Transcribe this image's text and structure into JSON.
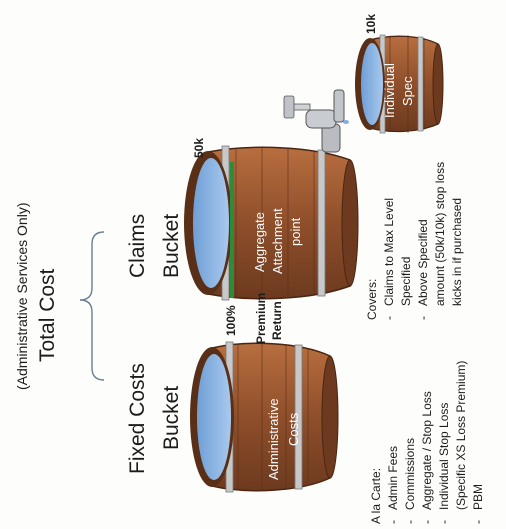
{
  "header": {
    "subtitle": "(Administrative Services Only)",
    "title": "Total Cost"
  },
  "buckets": {
    "fixed": {
      "title_line1": "Fixed Costs",
      "title_line2": "Bucket",
      "inner_line1": "Administrative",
      "inner_line2": "Costs"
    },
    "claims": {
      "title_line1": "Claims",
      "title_line2": "Bucket",
      "inner_line1": "Aggregate",
      "inner_line2": "Attachment",
      "inner_line3": "point",
      "cap_label": "50k",
      "premium_pct": "100%",
      "premium_line1": "Premium",
      "premium_line2": "Return"
    },
    "individual": {
      "inner_line1": "Individual",
      "inner_line2": "Spec",
      "cap_label": "10k"
    }
  },
  "a_la_carte": {
    "heading": "A la Carte:",
    "items": [
      "Admin Fees",
      "Commissions",
      "Aggregate / Stop Loss",
      "Individual Stop Loss",
      "PBM"
    ],
    "continuation": "(Specific XS Loss Premium)"
  },
  "covers": {
    "heading": "Covers:",
    "item1_line1": "Claims to Max Level",
    "item1_line2": "Specified",
    "item2_line1": "Above Specified",
    "item2_line2": "amount (50k/10k) stop loss",
    "item2_line3": "kicks in if purchased"
  },
  "colors": {
    "wood": "#9b5a35",
    "wood_dark": "#5a2f17",
    "band": "#c8c8c8",
    "water": "#8fb8e6",
    "premium_line": "#2e8b3a"
  },
  "icons": [
    "water-tap-icon",
    "water-drip-icon"
  ]
}
